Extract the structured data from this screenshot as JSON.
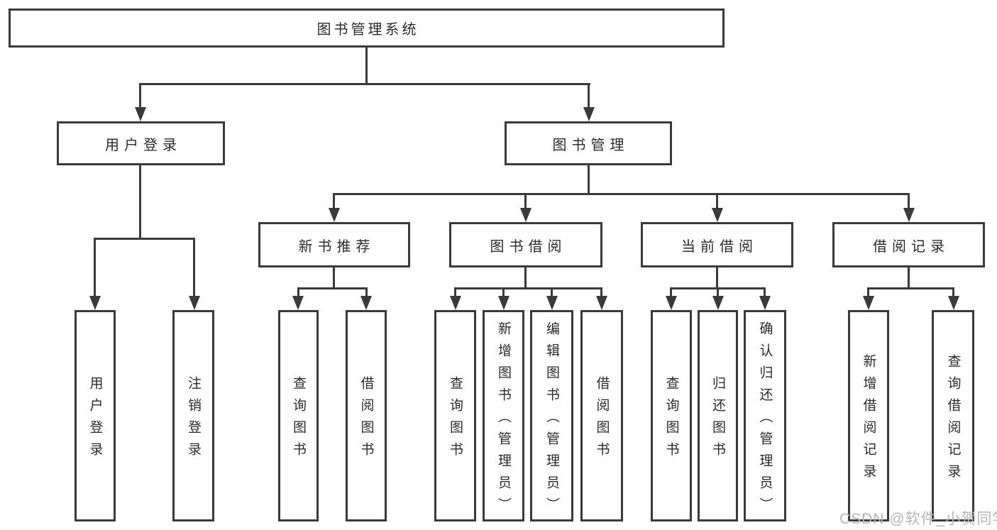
{
  "tree": {
    "root": {
      "label": "图书管理系统"
    },
    "branches": [
      {
        "label": "用户登录",
        "leaves": [
          {
            "label": "用户登录"
          },
          {
            "label": "注销登录"
          }
        ]
      },
      {
        "label": "图书管理",
        "groups": [
          {
            "label": "新书推荐",
            "leaves": [
              {
                "label": "查询图书"
              },
              {
                "label": "借阅图书"
              }
            ]
          },
          {
            "label": "图书借阅",
            "leaves": [
              {
                "label": "查询图书"
              },
              {
                "label": "新增图书（管理员）"
              },
              {
                "label": "编辑图书（管理员）"
              },
              {
                "label": "借阅图书"
              }
            ]
          },
          {
            "label": "当前借阅",
            "leaves": [
              {
                "label": "查询图书"
              },
              {
                "label": "归还图书"
              },
              {
                "label": "确认归还（管理员）"
              }
            ]
          },
          {
            "label": "借阅记录",
            "leaves": [
              {
                "label": "新增借阅记录"
              },
              {
                "label": "查询借阅记录"
              }
            ]
          }
        ]
      }
    ]
  },
  "watermark": "CSDN @软件_小贺同学",
  "colors": {
    "line": "#3a3a3a",
    "text": "#2b2b2b",
    "background": "#ffffff",
    "watermark": "#b6b6ba"
  }
}
